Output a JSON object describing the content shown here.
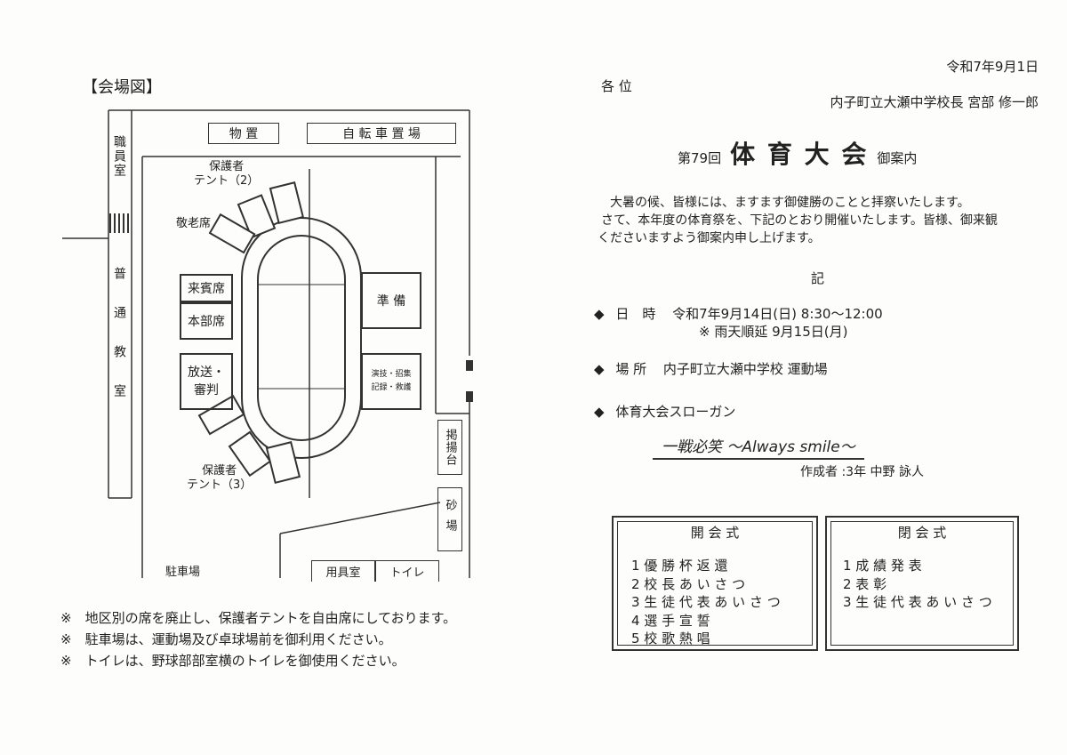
{
  "date": "令和7年9月1日",
  "recipient": "各 位",
  "sender": "内子町立大瀬中学校長 宮部 修一郎",
  "title": {
    "prefix": "第79回",
    "main": "体 育 大 会",
    "suffix": "御案内"
  },
  "body": [
    "大暑の候、皆様には、ますます御健勝のことと拝察いたします。",
    "さて、本年度の体育祭を、下記のとおり開催いたします。皆様、御来観",
    "くださいますよう御案内申し上げます。"
  ],
  "ki": "記",
  "bullet": "◆",
  "info": {
    "datetime_label": "日　時",
    "datetime_value": "令和7年9月14日(日) 8:30～12:00",
    "rain_value": "※ 雨天順延 9月15日(月)",
    "place_label": "場 所",
    "place_value": "内子町立大瀬中学校 運動場",
    "slogan_label": "体育大会スローガン",
    "slogan": "一戦必笑 ～Always smile～",
    "author": "作成者 :3年 中野 詠人"
  },
  "opening": {
    "title": "開 会 式",
    "items": [
      "1 優 勝 杯 返 還",
      "2 校 長 あ い さ つ",
      "3 生 徒 代 表 あ い さ つ",
      "4 選 手 宣 誓",
      "5 校 歌 熱 唱"
    ]
  },
  "closing": {
    "title": "閉 会 式",
    "items": [
      "1 成 績 発 表",
      "2 表 彰",
      "3 生 徒 代 表 あ い さ つ"
    ]
  },
  "map": {
    "heading": "【会場図】",
    "storage": "物 置",
    "bike": "自 転 車 置 場",
    "staff_room": "職員室",
    "classroom": "普通教室",
    "guardian_tent_2": "保護者\nテント（2）",
    "elderly": "敬老席",
    "guest": "来賓席",
    "hq": "本部席",
    "broadcast": "放送・\n審判",
    "prep": "準 備",
    "performers": "演技・招集\n記録・救護",
    "guardian_tent_3": "保護者\nテント（3）",
    "podium": "掲揚台",
    "sandpit": "砂場",
    "parking": "駐車場",
    "equipment": "用具室",
    "toilet": "トイレ"
  },
  "notes": [
    "※　地区別の席を廃止し、保護者テントを自由席にしております。",
    "※　駐車場は、運動場及び卓球場前を御利用ください。",
    "※　トイレは、野球部部室横のトイレを御使用ください。"
  ]
}
